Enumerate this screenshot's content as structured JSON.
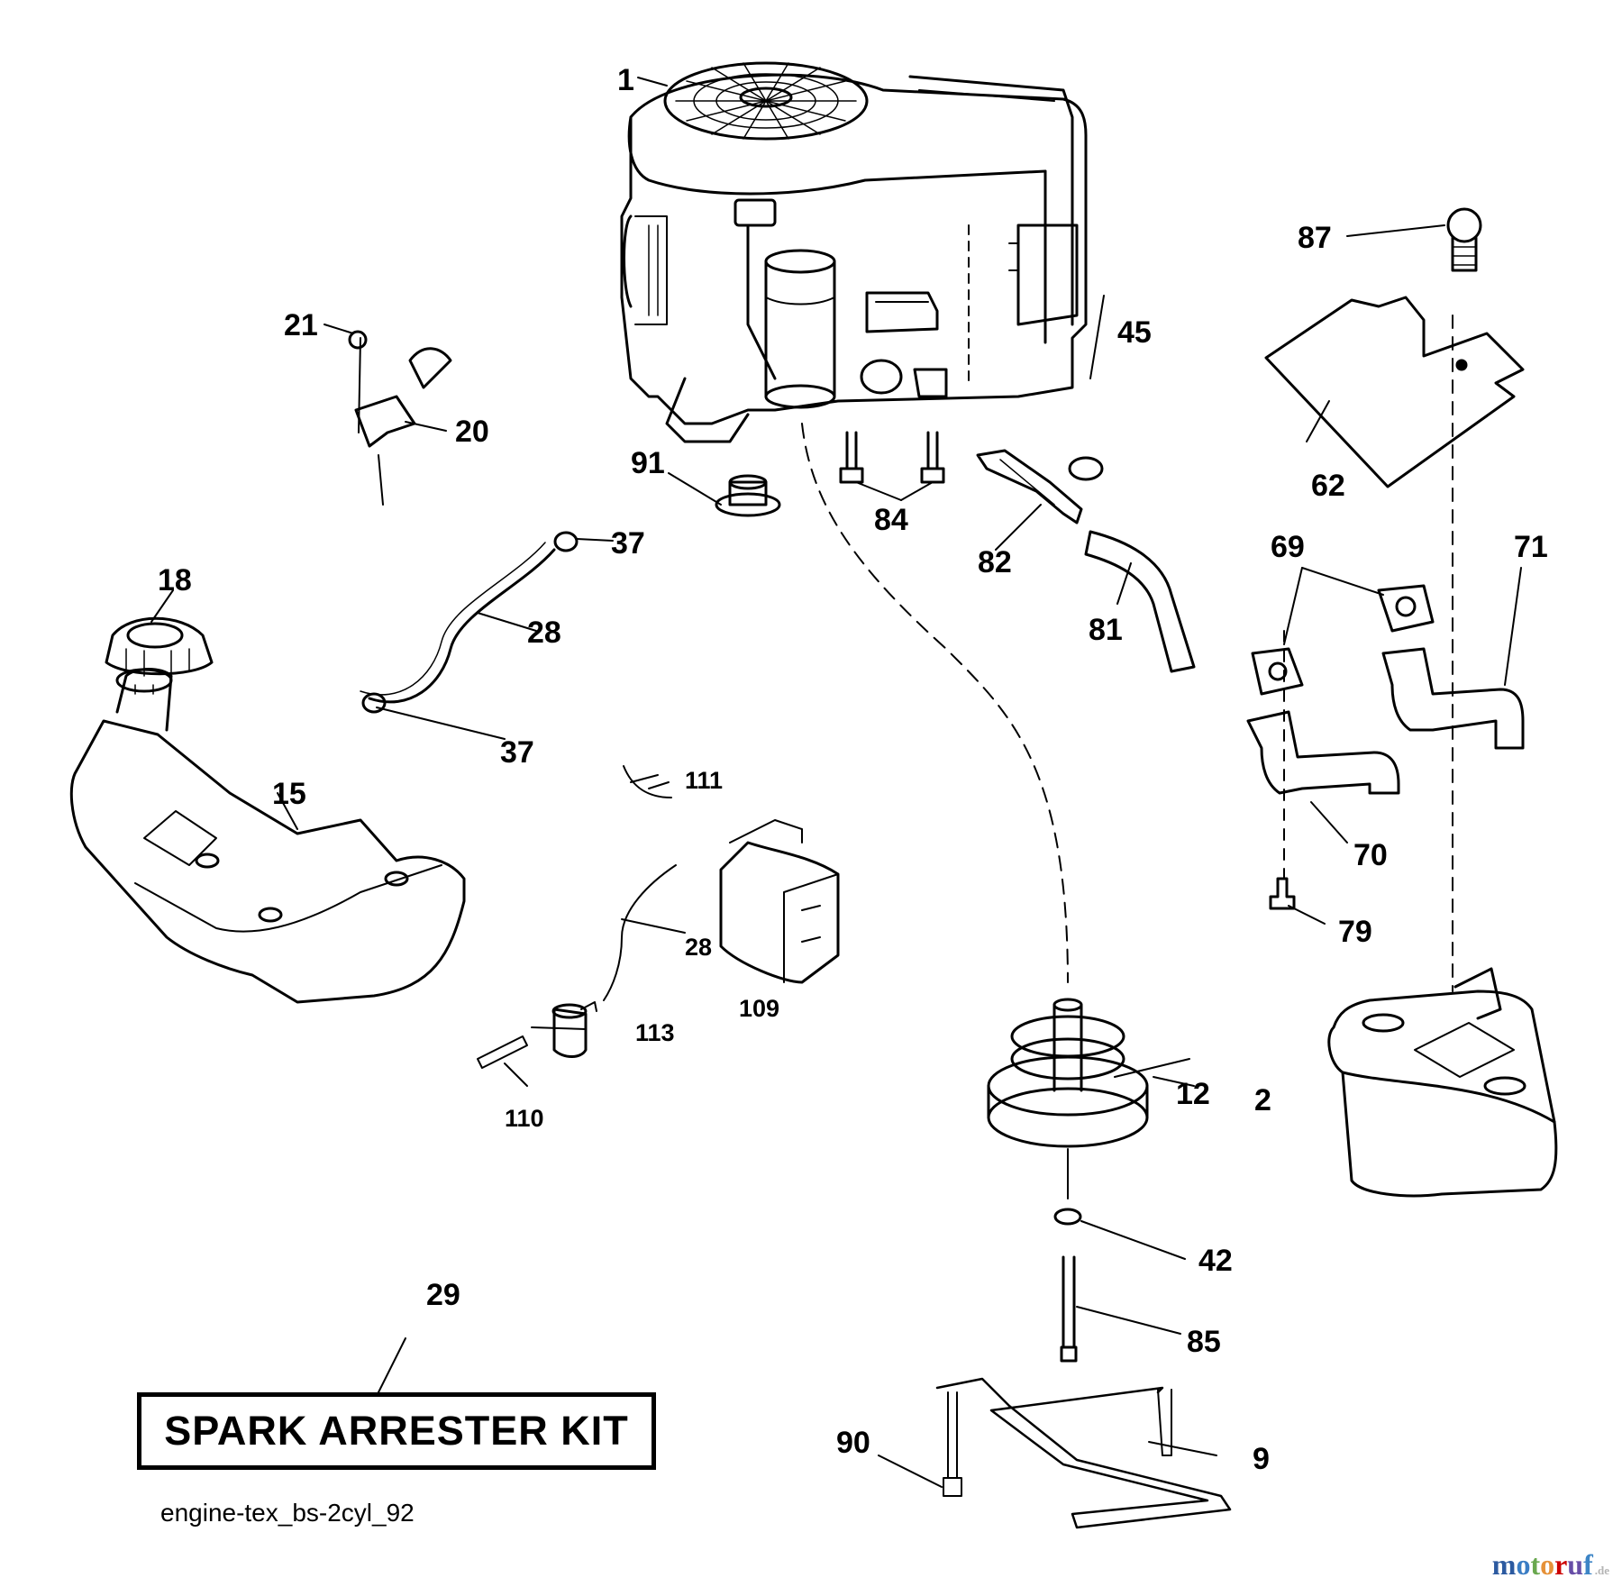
{
  "diagram": {
    "labels": {
      "p1": "1",
      "p2": "2",
      "p9": "9",
      "p12": "12",
      "p15": "15",
      "p18": "18",
      "p20": "20",
      "p21": "21",
      "p28a": "28",
      "p28b": "28",
      "p29": "29",
      "p37a": "37",
      "p37b": "37",
      "p42": "42",
      "p45": "45",
      "p62": "62",
      "p69": "69",
      "p70": "70",
      "p71": "71",
      "p79": "79",
      "p81": "81",
      "p82": "82",
      "p84": "84",
      "p85": "85",
      "p87": "87",
      "p90": "90",
      "p91": "91",
      "p109": "109",
      "p110": "110",
      "p111": "111",
      "p113": "113"
    },
    "kit_label": "SPARK ARRESTER KIT",
    "caption": "engine-tex_bs-2cyl_92"
  },
  "watermark": {
    "letters": [
      "m",
      "o",
      "t",
      "o",
      "r",
      "u",
      "f"
    ],
    "suffix": ".de",
    "colors": [
      "#2c5aa0",
      "#3a7dc4",
      "#6aa84f",
      "#e69138",
      "#cc0000",
      "#674ea7",
      "#3d85c6"
    ]
  }
}
